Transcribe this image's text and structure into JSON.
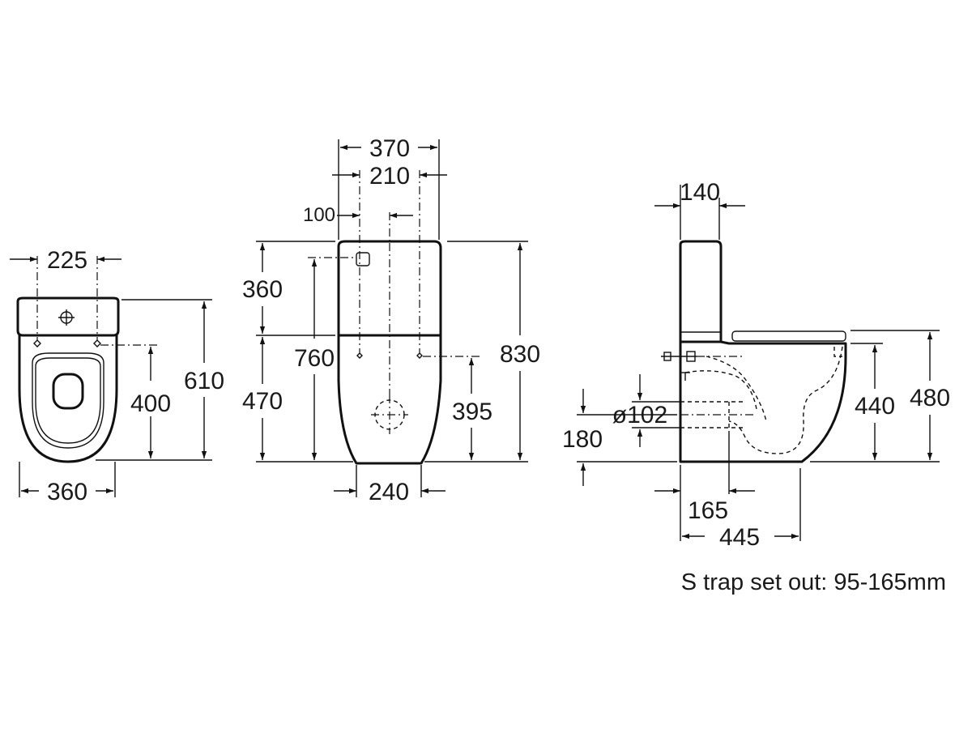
{
  "views": {
    "top": {
      "dim_225": "225",
      "dim_610": "610",
      "dim_400": "400",
      "dim_360": "360"
    },
    "front": {
      "dim_370": "370",
      "dim_210": "210",
      "dim_100": "100",
      "dim_360": "360",
      "dim_760": "760",
      "dim_470": "470",
      "dim_830": "830",
      "dim_395": "395",
      "dim_240": "240"
    },
    "side": {
      "dim_140": "140",
      "dim_102": "ø102",
      "dim_180": "180",
      "dim_440": "440",
      "dim_480": "480",
      "dim_165": "165",
      "dim_445": "445"
    }
  },
  "note": "S trap set out: 95-165mm"
}
